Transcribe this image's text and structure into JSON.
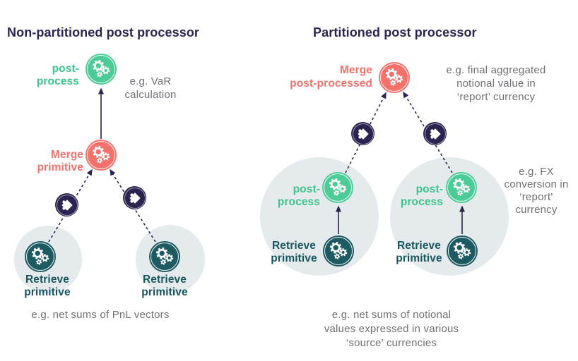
{
  "colors": {
    "navy": "#2B2450",
    "green_node": "#4CCB96",
    "green_text": "#3EC48E",
    "coral": "#F4716C",
    "teal_node": "#1E5A62",
    "teal_text": "#17565F",
    "background_circle": "#E5EAEC",
    "caption_gray": "#6F6F77",
    "solid_line": "#524B68",
    "icon_white": "#FFFFFF"
  },
  "left_diagram": {
    "title": "Non-partitioned post processor",
    "nodes": {
      "post_process": {
        "label": "post-process",
        "icon": "gears-icon"
      },
      "merge": {
        "label": "Merge primitive",
        "icon": "gears-icon"
      },
      "retrieve_left": {
        "label": "Retrieve primitive",
        "icon": "gears-icon"
      },
      "retrieve_right": {
        "label": "Retrieve primitive",
        "icon": "gears-icon"
      },
      "combine_left": {
        "icon": "puzzle-piece-icon"
      },
      "combine_right": {
        "icon": "puzzle-piece-icon"
      }
    },
    "captions": {
      "var": "e.g. VaR\ncalculation",
      "bottom": "e.g. net sums of PnL vectors"
    }
  },
  "right_diagram": {
    "title": "Partitioned post processor",
    "nodes": {
      "merge": {
        "label": "Merge\npost-processed",
        "icon": "gears-icon"
      },
      "post_process_left": {
        "label": "post-process",
        "icon": "gears-icon"
      },
      "post_process_right": {
        "label": "post-process",
        "icon": "gears-icon"
      },
      "retrieve_left": {
        "label": "Retrieve\nprimitive",
        "icon": "gears-icon"
      },
      "retrieve_right": {
        "label": "Retrieve\nprimitive",
        "icon": "gears-icon"
      },
      "combine_left": {
        "icon": "puzzle-piece-icon"
      },
      "combine_right": {
        "icon": "puzzle-piece-icon"
      }
    },
    "captions": {
      "aggregated": "e.g. final aggregated\nnotional value in\n‘report’ currency",
      "fx": "e.g. FX\nconversion in\n‘report’\ncurrency",
      "bottom": "e.g. net sums of notional\nvalues expressed in various\n‘source’ currencies"
    }
  }
}
